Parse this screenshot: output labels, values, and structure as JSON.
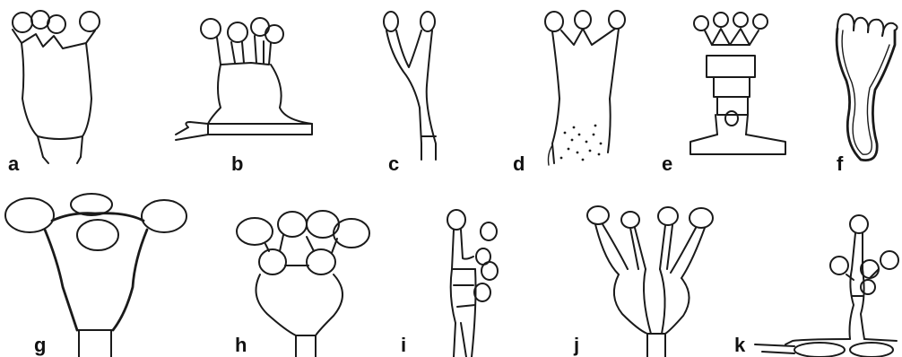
{
  "panels": [
    {
      "id": "a",
      "label": "a"
    },
    {
      "id": "b",
      "label": "b"
    },
    {
      "id": "c",
      "label": "c"
    },
    {
      "id": "d",
      "label": "d"
    },
    {
      "id": "e",
      "label": "e"
    },
    {
      "id": "f",
      "label": "f"
    },
    {
      "id": "g",
      "label": "g"
    },
    {
      "id": "h",
      "label": "h"
    },
    {
      "id": "i",
      "label": "i"
    },
    {
      "id": "j",
      "label": "j"
    },
    {
      "id": "k",
      "label": "k"
    }
  ]
}
